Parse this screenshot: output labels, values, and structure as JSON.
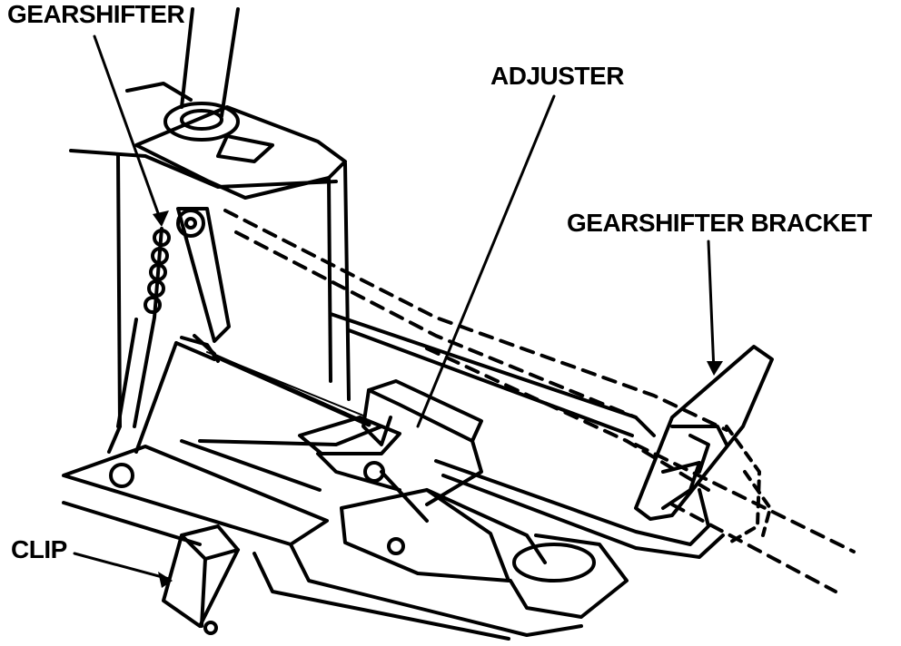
{
  "labels": {
    "gearshifter": "GEARSHIFTER",
    "adjuster": "ADJUSTER",
    "gearshifter_bracket": "GEARSHIFTER BRACKET",
    "clip": "CLIP"
  },
  "colors": {
    "ink": "#000000",
    "paper": "#ffffff"
  }
}
